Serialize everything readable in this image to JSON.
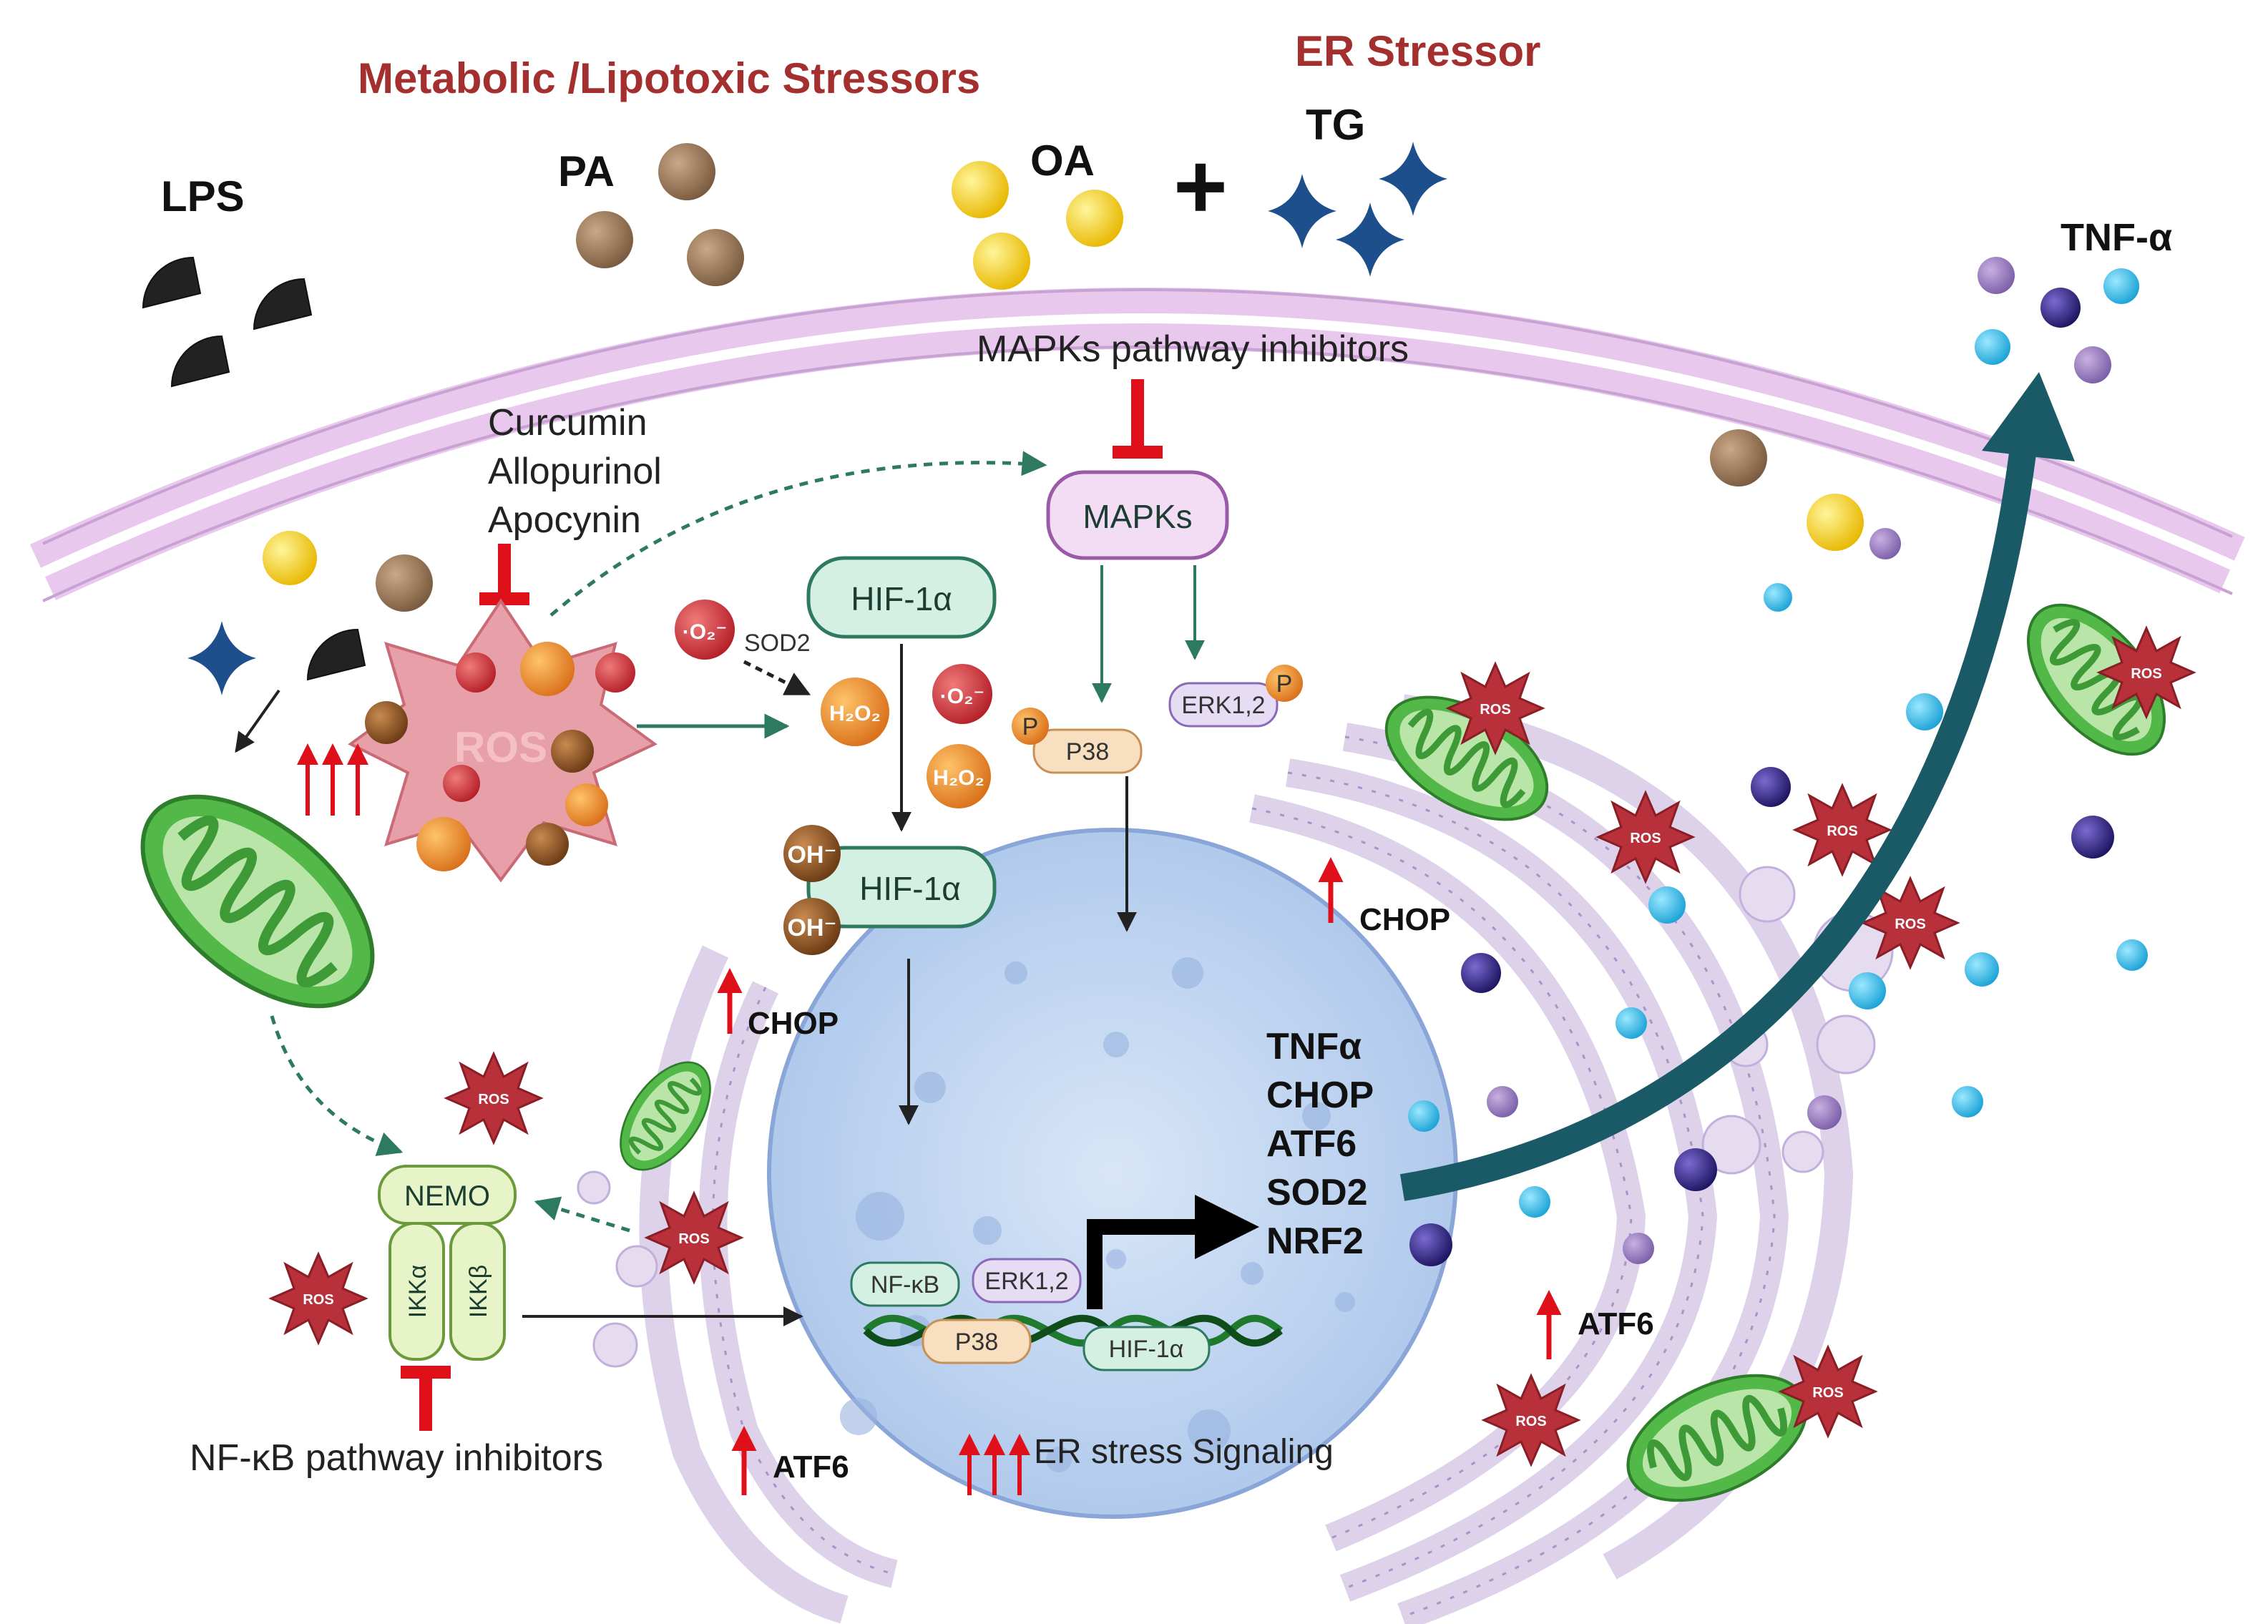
{
  "headings": {
    "metabolic": "Metabolic /Lipotoxic Stressors",
    "er_stressor": "ER Stressor"
  },
  "stressors": {
    "lps": "LPS",
    "pa": "PA",
    "oa": "OA",
    "plus": "+",
    "tg": "TG",
    "tnf": "TNF-α"
  },
  "inhibitors": {
    "mapk": "MAPKs pathway inhibitors",
    "antioxidants": [
      "Curcumin",
      "Allopurinol",
      "Apocynin"
    ],
    "nfkb": "NF-κB pathway inhibitors"
  },
  "nodes": {
    "mapks": "MAPKs",
    "erk": "ERK1,2",
    "p38": "P38",
    "p": "P",
    "hif_top": "HIF-1α",
    "hif_mid": "HIF-1α",
    "nemo": "NEMO",
    "ikka": "IKKα",
    "ikkb": "IKKβ",
    "ros": "ROS",
    "sod2": "SOD2",
    "h2o2": "H₂O₂",
    "o2": "·O₂⁻",
    "oh": "OH⁻"
  },
  "er_labels": {
    "chop": "CHOP",
    "atf6": "ATF6"
  },
  "nucleus": {
    "genes": [
      "TNFα",
      "CHOP",
      "ATF6",
      "SOD2",
      "NRF2"
    ],
    "nfkb": "NF-κB",
    "erk": "ERK1,2",
    "p38": "P38",
    "hif": "HIF-1α",
    "er_signal": "ER stress Signaling"
  },
  "colors": {
    "heading": "#a3302f",
    "membrane": "#e8c8ec",
    "mito": "#52b848",
    "nucleus": "#c7d9f2",
    "er": "#ddd2ea",
    "ros_star": "#b8303a",
    "inhibit": "#e0101a",
    "teal_arrow": "#1a5a66",
    "node_green": "#d4f0e2"
  }
}
